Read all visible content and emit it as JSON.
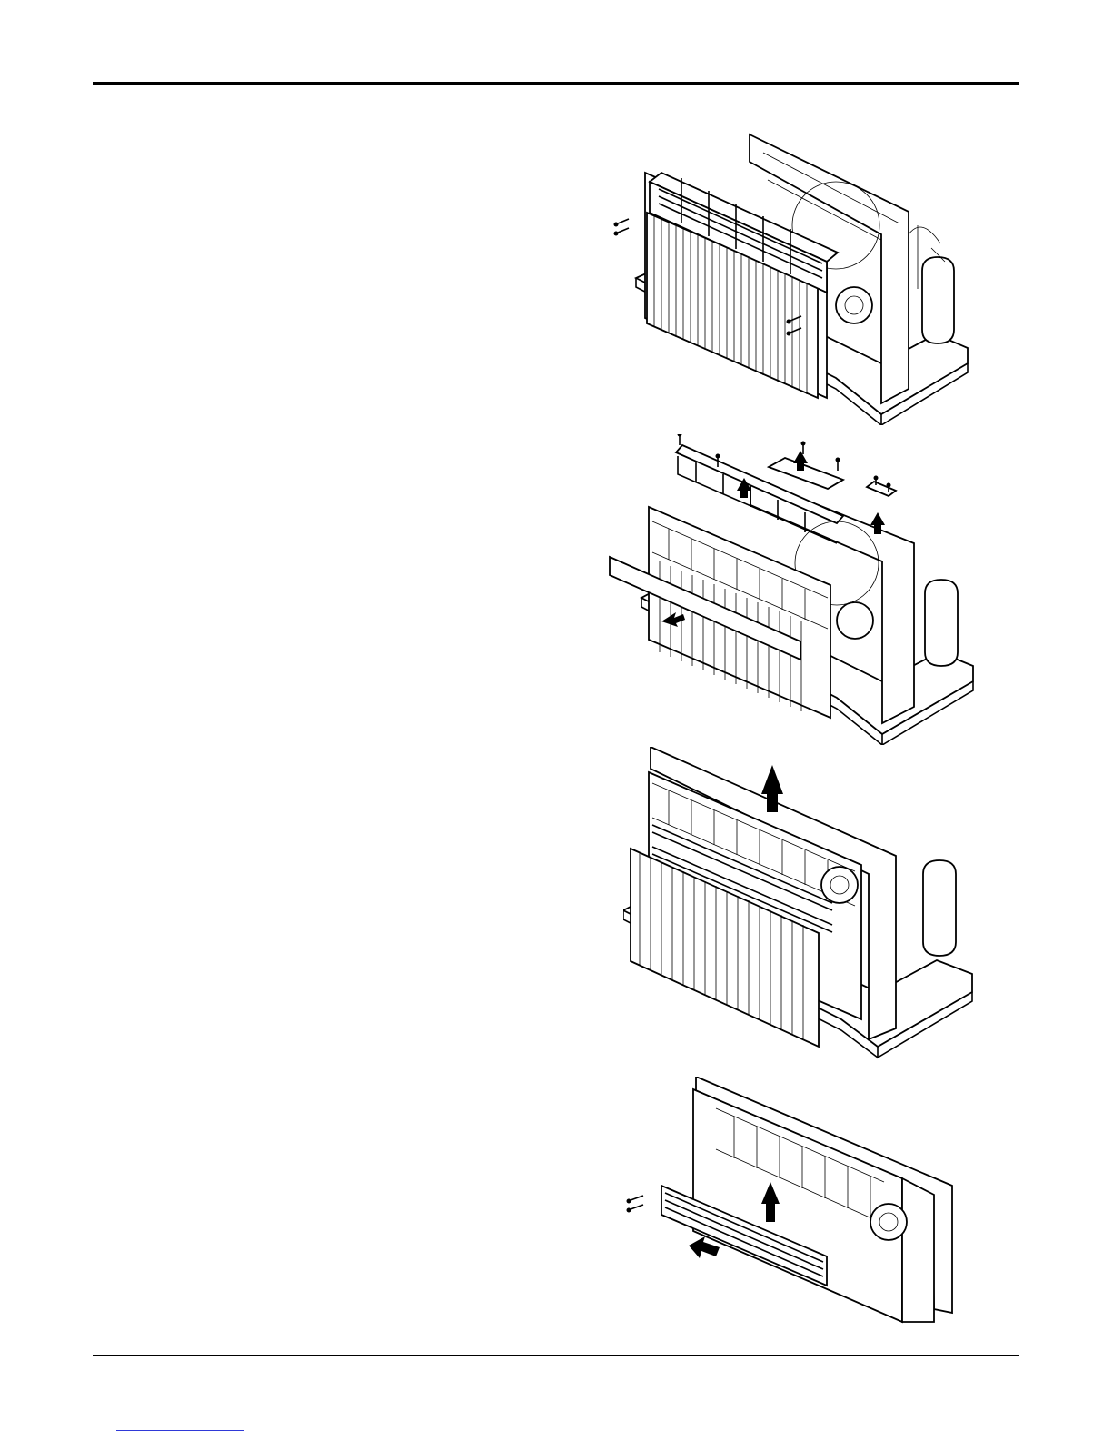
{
  "page": {
    "header_rule": true,
    "footer_rule": true,
    "footer_link_text": ""
  },
  "figures": [
    {
      "id": "fig1",
      "icon": "unit-with-front-grille-screws"
    },
    {
      "id": "fig2",
      "icon": "unit-grille-and-brackets-removed"
    },
    {
      "id": "fig3",
      "icon": "unit-cross-flow-fan-lift-out"
    },
    {
      "id": "fig4",
      "icon": "evaporator-section-heater-removal"
    }
  ],
  "colors": {
    "line": "#000000",
    "background": "#ffffff",
    "link": "#2f39d8"
  }
}
